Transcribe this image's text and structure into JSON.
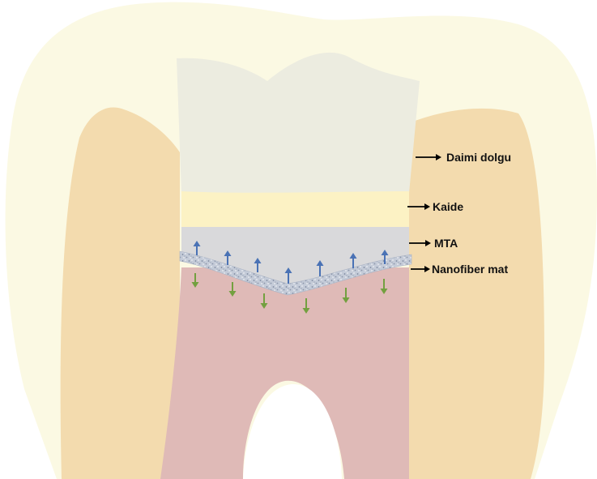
{
  "labels": {
    "permanent_filling": "Daimi dolgu",
    "base": "Kaide",
    "mta": "MTA",
    "nanofiber": "Nanofiber mat"
  },
  "colors": {
    "enamel": "#fbf9e3",
    "dentin": "#f3dbae",
    "pulp": "#dfbab7",
    "permanent_filling": "#ecece0",
    "base": "#fcf2c4",
    "mta": "#d9d9db",
    "nanofiber": "#aab3c4",
    "arrow_up": "#4a72b5",
    "arrow_down": "#73a040",
    "pointer": "#000000"
  }
}
